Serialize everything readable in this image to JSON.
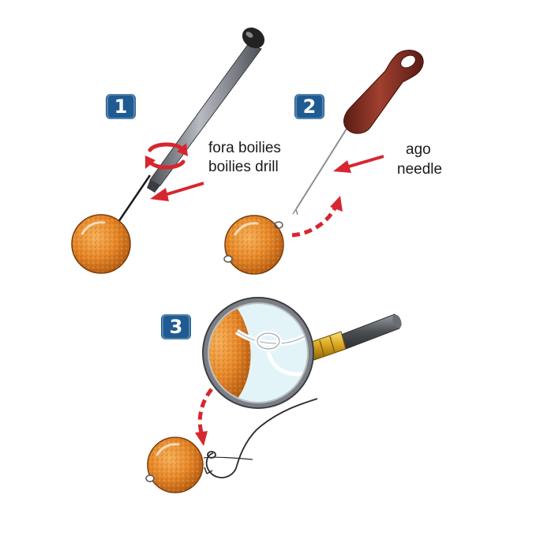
{
  "steps": [
    {
      "number": "1",
      "label_line1": "fora boilies",
      "label_line2": "boilies drill"
    },
    {
      "number": "2",
      "label_line1": "ago",
      "label_line2": "needle"
    },
    {
      "number": "3"
    }
  ],
  "colors": {
    "badge": "#1f5b92",
    "arrow": "#d7262f",
    "boilie": "#e8892a",
    "needle_handle": "#7a2a20",
    "drill_handle": "#6e737a",
    "magnifier_handle": "#55585c",
    "magnifier_collar": "#e8b92a"
  },
  "icons": [
    "boilie-icon",
    "drill-icon",
    "needle-icon",
    "magnifier-icon",
    "hook-icon",
    "rotation-arrows-icon"
  ]
}
